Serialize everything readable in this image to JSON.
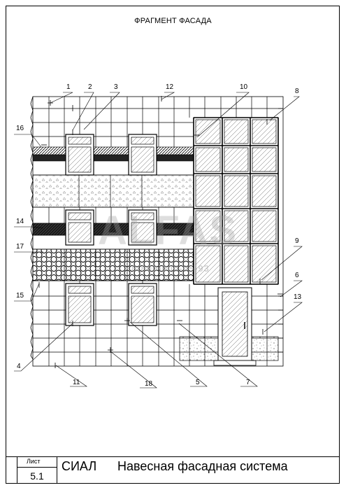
{
  "title": "ФРАГМЕНТ ФАСАДА",
  "watermark": {
    "brand": "ALFAS",
    "phone": "8(800)000-05-93"
  },
  "callouts": [
    "1",
    "2",
    "3",
    "12",
    "10",
    "8",
    "16",
    "14",
    "17",
    "15",
    "9",
    "6",
    "13",
    "4",
    "11",
    "18",
    "5",
    "7"
  ],
  "stamp": {
    "sheet_label": "Лист",
    "sheet_number": "5.1",
    "organization": "СИАЛ",
    "system_name": "Навесная фасадная система"
  },
  "colors": {
    "line": "#000000",
    "dark_band": "#1a1a1a",
    "watermark": "#a0a0a0"
  }
}
